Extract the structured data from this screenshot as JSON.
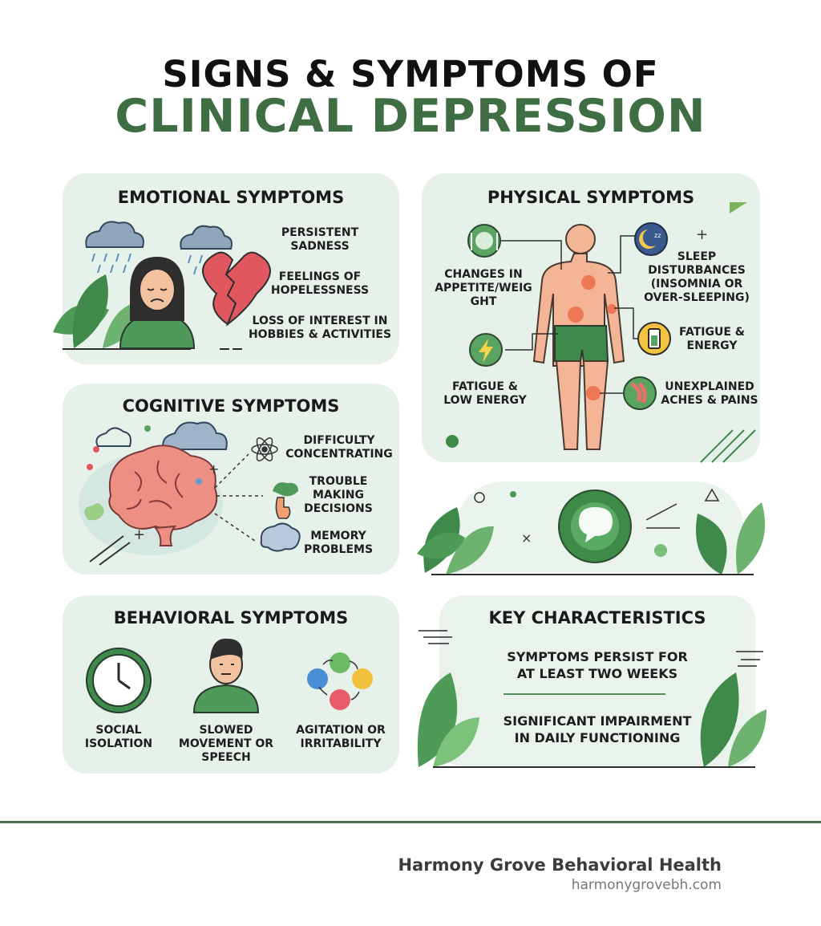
{
  "title": {
    "line1": "SIGNS & SYMPTOMS OF",
    "line2": "CLINICAL DEPRESSION"
  },
  "emotional": {
    "title": "EMOTIONAL SYMPTOMS",
    "items": [
      "PERSISTENT\nSADNESS",
      "FEELINGS OF\nHOPELESSNESS",
      "LOSS OF INTEREST IN\nHOBBIES & ACTIVITIES"
    ]
  },
  "physical": {
    "title": "PHYSICAL SYMPTOMS",
    "items": [
      "CHANGES IN\nAPPETITE/WEIG\nGHT",
      "SLEEP\nDISTURBANCES\n(INSOMNIA OR\nOVER-SLEEPING)",
      "FATIGUE &\nENERGY",
      "FATIGUE &\nLOW ENERGY",
      "UNEXPLAINED\nACHES & PAINS"
    ]
  },
  "cognitive": {
    "title": "COGNITIVE SYMPTOMS",
    "items": [
      "DIFFICULTY\nCONCENTRATING",
      "TROUBLE\nMAKING\nDECISIONS",
      "MEMORY\nPROBLEMS"
    ]
  },
  "behavioral": {
    "title": "BEHAVIORAL SYMPTOMS",
    "items": [
      "SOCIAL\nISOLATION",
      "SLOWED\nMOVEMENT OR\nSPEECH",
      "AGITATION OR\nIRRITABILITY"
    ]
  },
  "key": {
    "title": "KEY CHARACTERISTICS",
    "items": [
      "SYMPTOMS PERSIST FOR\nAT LEAST TWO WEEKS",
      "SIGNIFICANT IMPAIRMENT\nIN DAILY FUNCTIONING"
    ]
  },
  "footer": {
    "org": "Harmony Grove Behavioral Health",
    "url": "harmonygrovebh.com"
  },
  "colors": {
    "brand_green": "#3f6e45",
    "card_bg": "#e6f1ea",
    "divider": "#4a6f4d"
  },
  "icons": [
    "rain-cloud-icon",
    "sad-person-icon",
    "broken-heart-icon",
    "leaf-icon",
    "human-body-icon",
    "utensils-icon",
    "moon-icon",
    "battery-icon",
    "lightning-icon",
    "joint-pain-icon",
    "brain-icon",
    "cloud-icon",
    "atom-icon",
    "hand-decision-icon",
    "memory-brain-icon",
    "clock-icon",
    "person-icon",
    "mood-circles-icon",
    "chat-bubble-icon"
  ]
}
